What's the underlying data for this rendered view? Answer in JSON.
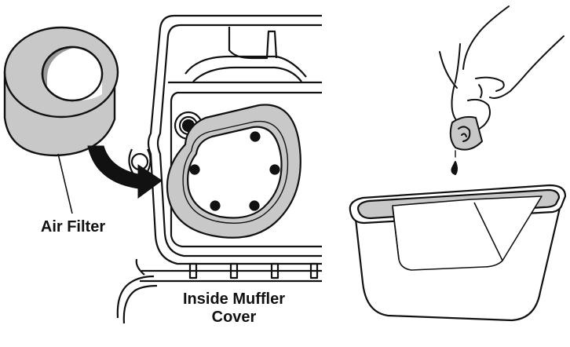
{
  "labels": {
    "air_filter": "Air Filter",
    "muffler_line1": "Inside Muffler",
    "muffler_line2": "Cover"
  },
  "colors": {
    "ink": "#111111",
    "filter_gray": "#c8c8c8",
    "filter_dark": "#9a9a9a",
    "background": "#ffffff"
  },
  "icons": [
    "air-filter-icon",
    "muffler-cover-icon",
    "hand-icon",
    "oil-pan-icon",
    "arrow-icon"
  ]
}
